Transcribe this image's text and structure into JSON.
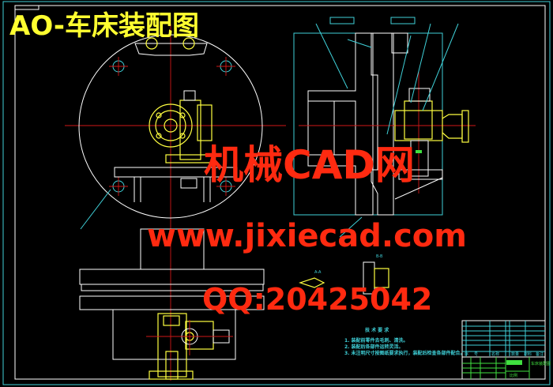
{
  "drawing": {
    "title": "AO-车床装配图",
    "technical_requirements": {
      "heading": "技 术 要 求",
      "items": [
        "1. 装配前零件去毛刺、清洗。",
        "2. 装配后各部件运转灵活。",
        "3. 未注明尺寸按图纸要求执行，装配后检查各部件配合。"
      ]
    },
    "title_block": {
      "header_row": [
        "序",
        "号",
        "名称",
        "数量",
        "材料",
        "备注"
      ],
      "drawing_name": "车床装配图",
      "scale_label": "比例"
    },
    "section_labels": [
      "A-A",
      "B-B"
    ]
  },
  "watermark": {
    "site_name": "机械CAD网",
    "url": "www.jixiecad.com",
    "qq": "QQ:20425042"
  },
  "colors": {
    "background": "#000000",
    "outline": "#ffffff",
    "dimension": "#3fd0d8",
    "part": "#ffff40",
    "centerline": "#d01818",
    "hatch_green": "#40e040",
    "watermark": "#ff2a10"
  }
}
